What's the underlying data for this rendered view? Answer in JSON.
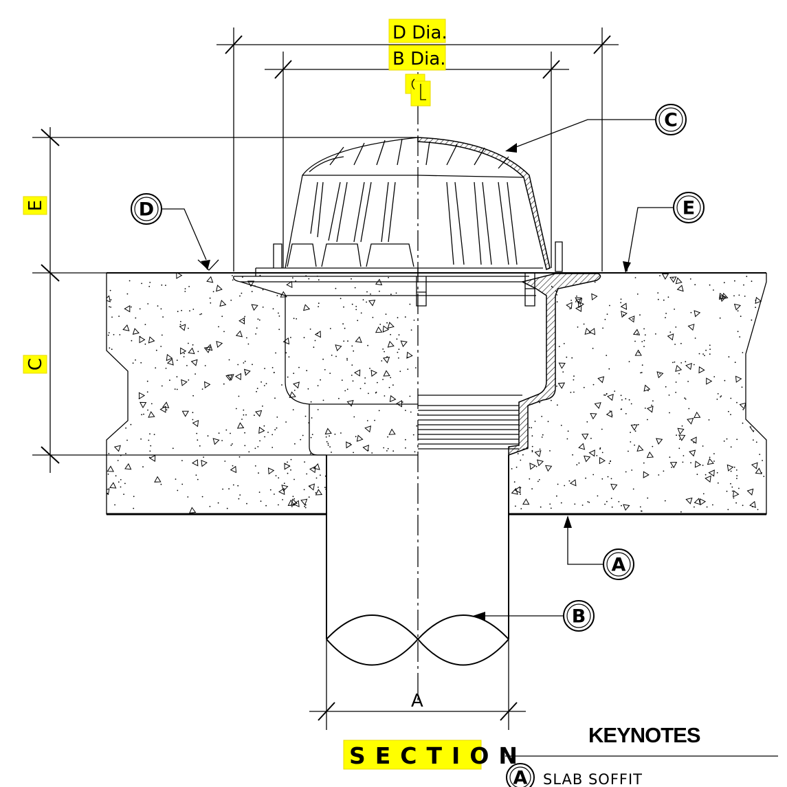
{
  "dimensions": {
    "d_dia": "D Dia.",
    "b_dia": "B Dia.",
    "centerline": "CL",
    "e": "E",
    "c": "C",
    "a": "A"
  },
  "callouts": {
    "a": "A",
    "b": "B",
    "c": "C",
    "d": "D",
    "e": "E"
  },
  "title": "SECTION",
  "keynotes": {
    "heading": "KEYNOTES",
    "items": [
      {
        "marker": "A",
        "text": "SLAB SOFFIT"
      }
    ]
  },
  "colors": {
    "highlight": "#ffff00",
    "line": "#000000"
  }
}
